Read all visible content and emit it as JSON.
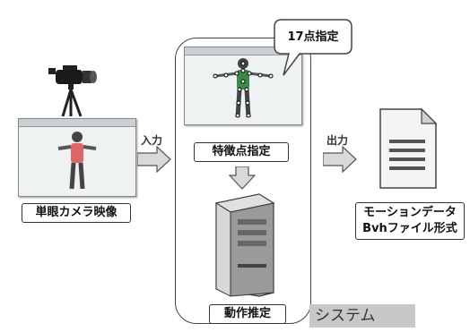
{
  "labels": {
    "camera_input": "単眼カメラ映像",
    "input": "入力",
    "feature_points": "特徴点指定",
    "callout": "17点指定",
    "motion_estimation": "動作推定",
    "output": "出力",
    "motion_data_line1": "モーションデータ",
    "motion_data_line2": "Bvhファイル形式",
    "system": "システム"
  },
  "icons": [
    "video-camera-icon",
    "person-figure-icon",
    "server-computer-icon",
    "document-icon",
    "arrow-right-icon",
    "arrow-down-icon"
  ],
  "colors": {
    "system_panel": "#ffffff",
    "system_label_bg": "#c8c8c8",
    "arrow_fill": "#d9d9d9",
    "frame_bg": "#eef2f2"
  }
}
